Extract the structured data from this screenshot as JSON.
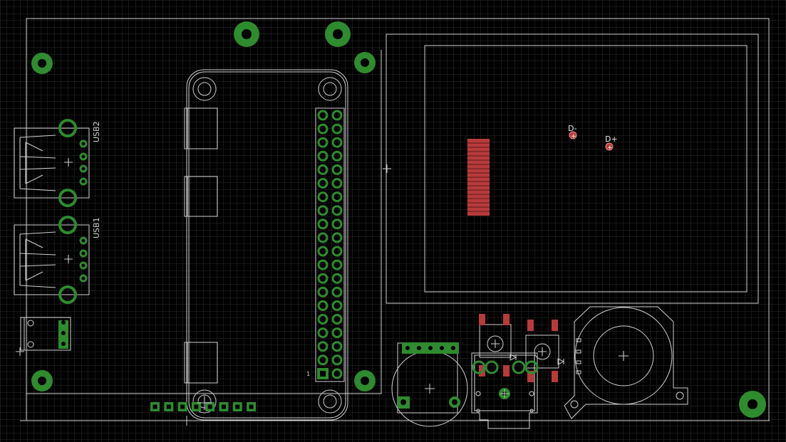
{
  "canvas": {
    "background": "#000000",
    "grid_color": "#2a2a2a",
    "outline_color": "#cfcfcf"
  },
  "colors": {
    "via_green": "#2e8b2e",
    "pad_red": "#b83a3a",
    "via_hole": "#000000"
  },
  "labels": {
    "usb2": "USB2",
    "usb1": "USB1",
    "d_minus": "D-",
    "d_plus": "D+"
  },
  "icons": [
    "mounting-hole-icon",
    "crosshair-icon",
    "diode-symbol-icon",
    "plus-marker-icon"
  ]
}
